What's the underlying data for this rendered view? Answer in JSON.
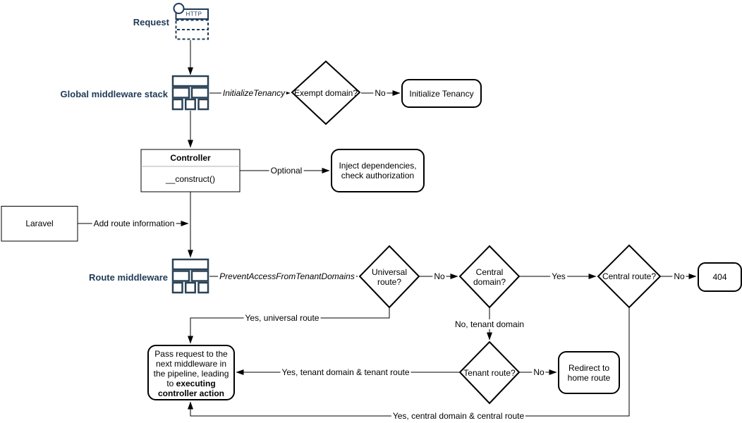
{
  "colors": {
    "accent_navy": "#1f3a57",
    "line": "#000000",
    "background": "#ffffff",
    "divider_gray": "#b0b0b0"
  },
  "nodes": {
    "request": {
      "label": "Request",
      "icon_text": "HTTP"
    },
    "global_middleware": {
      "label": "Global middleware stack"
    },
    "exempt_domain": {
      "label": "Exempt domain?"
    },
    "initialize_tenancy": {
      "label": "Initialize Tenancy"
    },
    "controller": {
      "title": "Controller",
      "method": "__construct()"
    },
    "inject_dependencies": {
      "label": "Inject dependencies, check authorization"
    },
    "laravel": {
      "label": "Laravel"
    },
    "route_middleware": {
      "label": "Route middleware"
    },
    "universal_route": {
      "label": "Universal route?"
    },
    "central_domain": {
      "label": "Central domain?"
    },
    "central_route": {
      "label": "Central route?"
    },
    "not_found": {
      "label": "404"
    },
    "tenant_route": {
      "label": "Tenant route?"
    },
    "redirect_home": {
      "label": "Redirect to home route"
    },
    "pass_request": {
      "text_normal": "Pass request to the next middleware in the pipeline, leading to ",
      "text_bold": "executing controller action"
    }
  },
  "edges": {
    "initialize_tenancy_middleware": "InitializeTenancy",
    "exempt_no": "No",
    "optional": "Optional",
    "add_route_information": "Add route information",
    "prevent_access": "PreventAccessFromTenantDomains",
    "universal_no": "No",
    "central_domain_yes": "Yes",
    "central_route_no": "No",
    "yes_universal_route": "Yes, universal route",
    "no_tenant_domain": "No, tenant domain",
    "tenant_no": "No",
    "yes_tenant_domain_route": "Yes, tenant domain & tenant route",
    "yes_central_domain_route": "Yes, central domain & central route"
  }
}
